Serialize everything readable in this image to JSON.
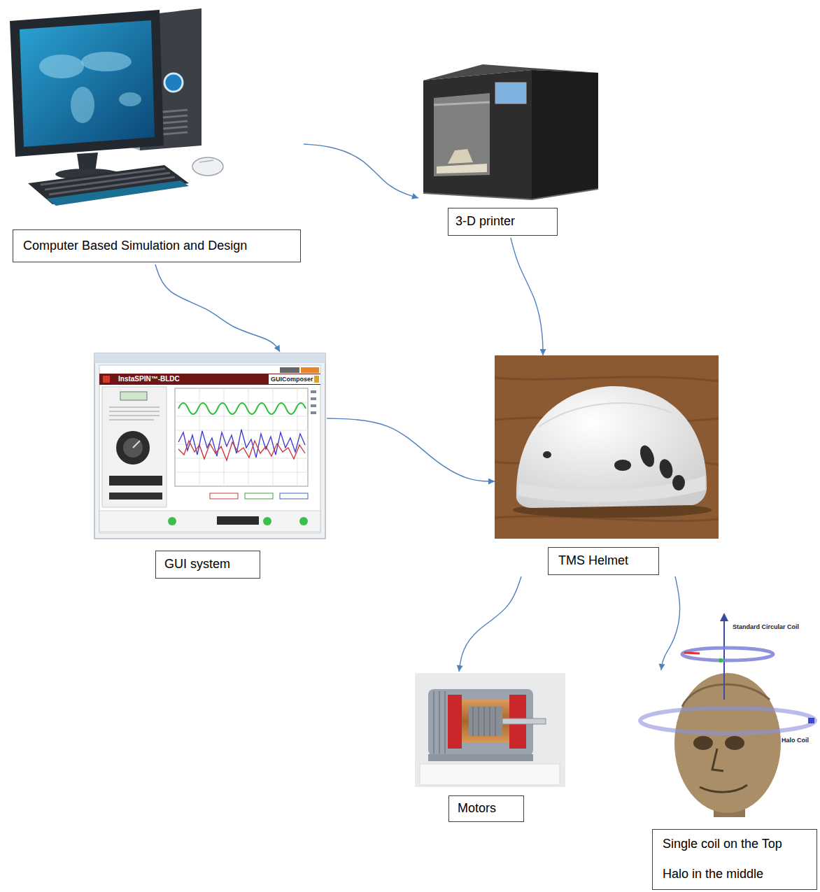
{
  "diagram": {
    "nodes": [
      {
        "text": [
          "Computer Based Simulation and Design"
        ]
      },
      {
        "text": [
          "3-D printer"
        ]
      },
      {
        "text": [
          "GUI system"
        ]
      },
      {
        "text": [
          "TMS Helmet"
        ]
      },
      {
        "text": [
          "Motors"
        ]
      },
      {
        "text": [
          "Single coil on the Top",
          "Halo in the middle"
        ]
      }
    ],
    "edges": [
      {
        "from": 0,
        "to": 1,
        "arrow": "to"
      },
      {
        "from": 0,
        "to": 2,
        "arrow": "to"
      },
      {
        "from": 1,
        "to": 3,
        "arrow": "to"
      },
      {
        "from": 2,
        "to": 3,
        "arrow": "to"
      },
      {
        "from": 3,
        "to": 4,
        "arrow": "to"
      },
      {
        "from": 3,
        "to": 5,
        "arrow": "to"
      }
    ],
    "labels": [
      "InstaSPIN™-BLDC",
      "GUIComposer",
      "Standard Circular Coil",
      "Halo Coil"
    ]
  }
}
